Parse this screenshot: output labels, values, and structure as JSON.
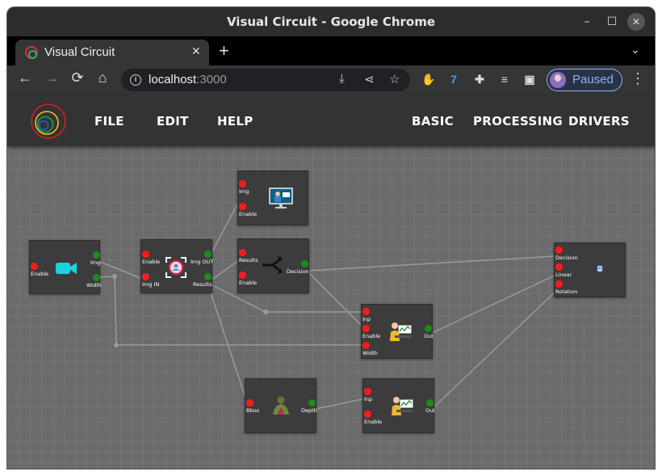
{
  "window": {
    "title": "Visual Circuit - Google Chrome",
    "minimize": "–",
    "maximize": "☐",
    "close": "✕"
  },
  "tab": {
    "title": "Visual Circuit",
    "close": "✕",
    "new_tab": "+",
    "tab_menu": "⌄"
  },
  "toolbar": {
    "back": "←",
    "forward": "→",
    "reload": "⟳",
    "home": "⌂",
    "url_host": "localhost",
    "url_port": ":3000",
    "profile_status": "Paused",
    "menu": "⋮"
  },
  "app_menu": {
    "file": "FILE",
    "edit": "EDIT",
    "help": "HELP",
    "basic": "BASIC",
    "processing": "PROCESSING",
    "drivers": "DRIVERS"
  },
  "nodes": {
    "camera": {
      "in_enable": "Enable",
      "out_img": "Img",
      "out_width": "Width"
    },
    "detector": {
      "in_enable": "Enable",
      "in_img": "Img IN",
      "out_img": "Img OUT",
      "out_results": "Results"
    },
    "screen": {
      "in_img": "Img",
      "in_enable": "Enable"
    },
    "decision": {
      "in_results": "Results",
      "in_enable": "Enable",
      "out_decision": "Decision"
    },
    "pid1": {
      "in_inp": "Inp",
      "in_enable": "Enable",
      "in_width": "Width",
      "out_out": "Out"
    },
    "depth": {
      "in_bbox": "Bbox",
      "out_depth": "Depth"
    },
    "pid2": {
      "in_inp": "Inp",
      "in_enable": "Enable",
      "out_out": "Out"
    },
    "motor": {
      "in_decision": "Decision",
      "in_linear": "Linear",
      "in_rotation": "Rotation"
    }
  },
  "colors": {
    "input_port": "#ff1a1a",
    "output_port": "#1a8c1a",
    "node_bg": "#3c3c3c",
    "canvas_bg": "#6b6b6b",
    "appbar_bg": "#333333"
  }
}
